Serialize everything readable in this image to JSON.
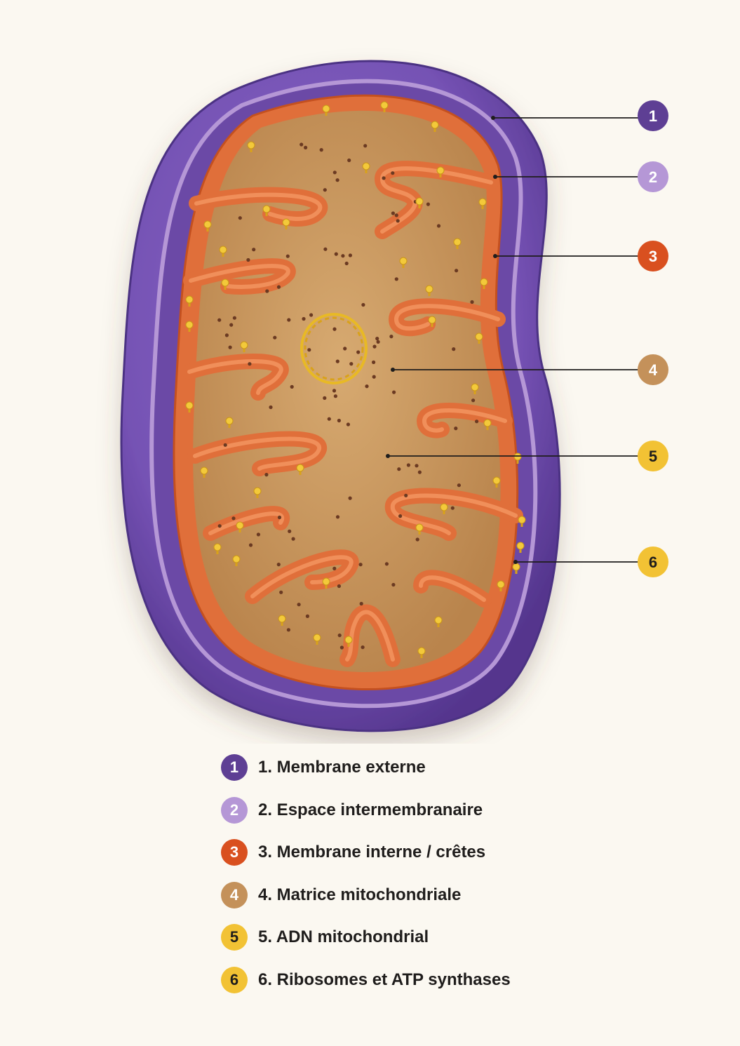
{
  "callouts": [
    {
      "number": "1",
      "color": "#5e3f94",
      "text_color": "#ffffff"
    },
    {
      "number": "2",
      "color": "#b597d6",
      "text_color": "#ffffff"
    },
    {
      "number": "3",
      "color": "#d9501f",
      "text_color": "#ffffff"
    },
    {
      "number": "4",
      "color": "#c4915a",
      "text_color": "#ffffff"
    },
    {
      "number": "5",
      "color": "#f2c234",
      "text_color": "#1f1d1c"
    },
    {
      "number": "6",
      "color": "#f2c234",
      "text_color": "#1f1d1c"
    }
  ],
  "legend": [
    {
      "number": "1",
      "label": "1.  Membrane externe"
    },
    {
      "number": "2",
      "label": "2.  Espace intermembranaire"
    },
    {
      "number": "3",
      "label": "3.  Membrane interne / crêtes"
    },
    {
      "number": "4",
      "label": "4.  Matrice mitochondriale"
    },
    {
      "number": "5",
      "label": "5.  ADN mitochondrial"
    },
    {
      "number": "6",
      "label": "6.  Ribosomes et ATP synthases"
    }
  ],
  "colors": {
    "outer_membrane": "#7a56b8",
    "intermembrane_space": "#ecdcc6",
    "inner_membrane": "#e06f3a",
    "matrix": "#cf9d63",
    "dna": "#e8b925",
    "ribosome": "#6b3a22",
    "atp_synthase": "#f3c93a"
  }
}
